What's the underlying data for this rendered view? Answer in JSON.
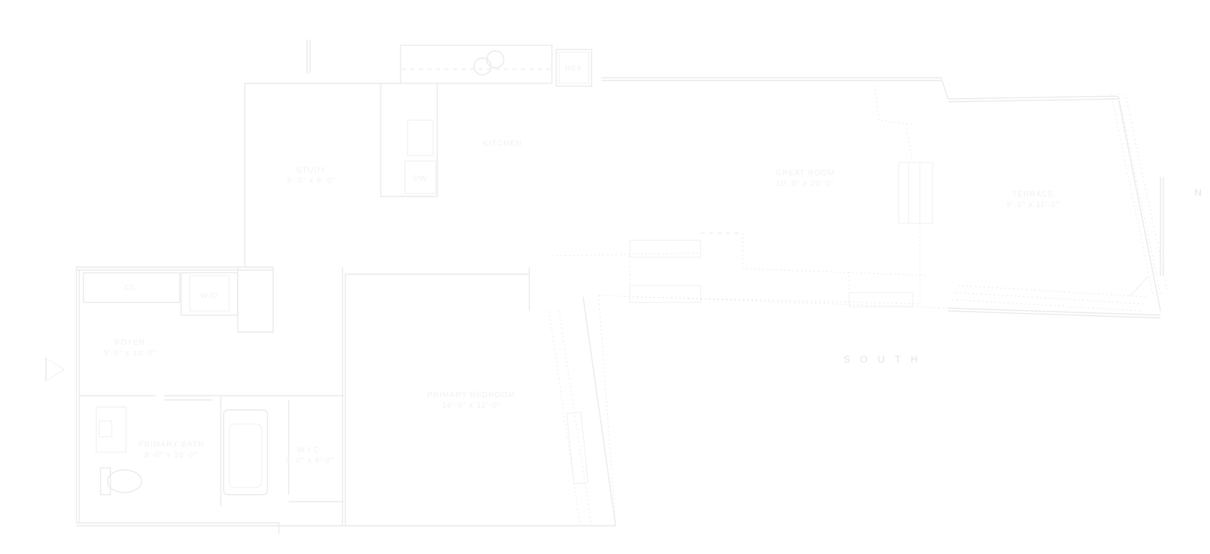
{
  "rooms": {
    "study": {
      "name": "STUDY",
      "size": "9'-0\" x 9'-0\""
    },
    "kitchen": {
      "name": "KITCHEN",
      "size": ""
    },
    "great_room": {
      "name": "GREAT ROOM",
      "size": "10'-0\" x 20'-0\""
    },
    "terrace": {
      "name": "TERRACE",
      "size": "9'-0\" x 11'-0\""
    },
    "foyer": {
      "name": "FOYER",
      "size": "5'-0\" x 10'-0\""
    },
    "primary_bedroom": {
      "name": "PRIMARY BEDROOM",
      "size": "16'-0\" x 12'-0\""
    },
    "primary_bath": {
      "name": "PRIMARY BATH",
      "size": "8'-0\" x 10'-0\""
    },
    "wic": {
      "name": "W.I.C.",
      "size": "5'-0\" x 6'-0\""
    }
  },
  "fixtures": {
    "closet": "CL",
    "wd": "W/D",
    "dw": "DW",
    "refrigerator": "REF"
  },
  "compass": {
    "south": "SOUTH",
    "north": "N"
  },
  "colors": {
    "line": "#e9e9e9",
    "text": "#f1f1f1",
    "background": "#ffffff"
  }
}
